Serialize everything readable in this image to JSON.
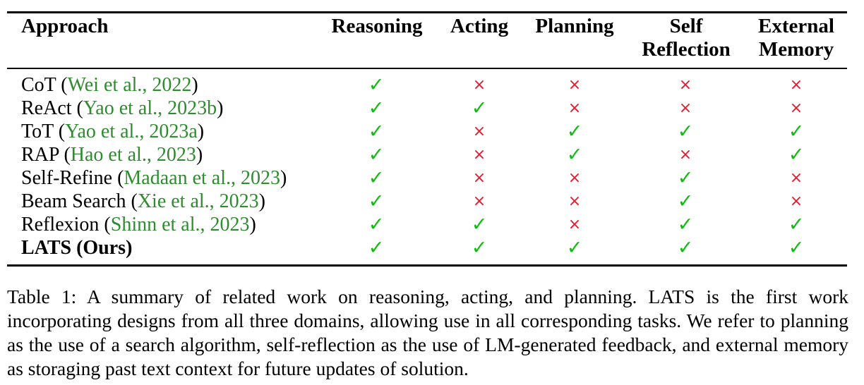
{
  "table": {
    "headers": {
      "approach": "Approach",
      "reasoning": "Reasoning",
      "acting": "Acting",
      "planning": "Planning",
      "self_reflection": [
        "Self",
        "Reflection"
      ],
      "external_memory": [
        "External",
        "Memory"
      ]
    },
    "rows": [
      {
        "name": "CoT",
        "cite_open": "(",
        "cite": "Wei et al., 2022",
        "cite_close": ")",
        "bold": false,
        "marks": [
          true,
          false,
          false,
          false,
          false
        ]
      },
      {
        "name": "ReAct",
        "cite_open": "(",
        "cite": "Yao et al., 2023b",
        "cite_close": ")",
        "bold": false,
        "marks": [
          true,
          true,
          false,
          false,
          false
        ]
      },
      {
        "name": "ToT",
        "cite_open": "(",
        "cite": "Yao et al., 2023a",
        "cite_close": ")",
        "bold": false,
        "marks": [
          true,
          false,
          true,
          true,
          true
        ]
      },
      {
        "name": "RAP",
        "cite_open": "(",
        "cite": "Hao et al., 2023",
        "cite_close": ")",
        "bold": false,
        "marks": [
          true,
          false,
          true,
          false,
          true
        ]
      },
      {
        "name": "Self-Refine",
        "cite_open": "(",
        "cite": "Madaan et al., 2023",
        "cite_close": ")",
        "bold": false,
        "marks": [
          true,
          false,
          false,
          true,
          false
        ]
      },
      {
        "name": "Beam Search",
        "cite_open": "(",
        "cite": "Xie et al., 2023",
        "cite_close": ")",
        "bold": false,
        "marks": [
          true,
          false,
          false,
          true,
          false
        ]
      },
      {
        "name": "Reflexion",
        "cite_open": "(",
        "cite": "Shinn et al., 2023",
        "cite_close": ")",
        "bold": false,
        "marks": [
          true,
          true,
          false,
          true,
          true
        ]
      },
      {
        "name": "LATS (Ours)",
        "cite_open": "",
        "cite": "",
        "cite_close": "",
        "bold": true,
        "marks": [
          true,
          true,
          true,
          true,
          true
        ]
      }
    ],
    "symbols": {
      "yes": "✓",
      "no": "×"
    },
    "colors": {
      "yes": "#11bb11",
      "no": "#e8192c",
      "citation": "#2e8b2e"
    }
  },
  "caption": "Table 1: A summary of related work on reasoning, acting, and planning. LATS is the first work incorporating designs from all three domains, allowing use in all corresponding tasks. We refer to planning as the use of a search algorithm, self-reflection as the use of LM-generated feedback, and external memory as storaging past text context for future updates of solution."
}
